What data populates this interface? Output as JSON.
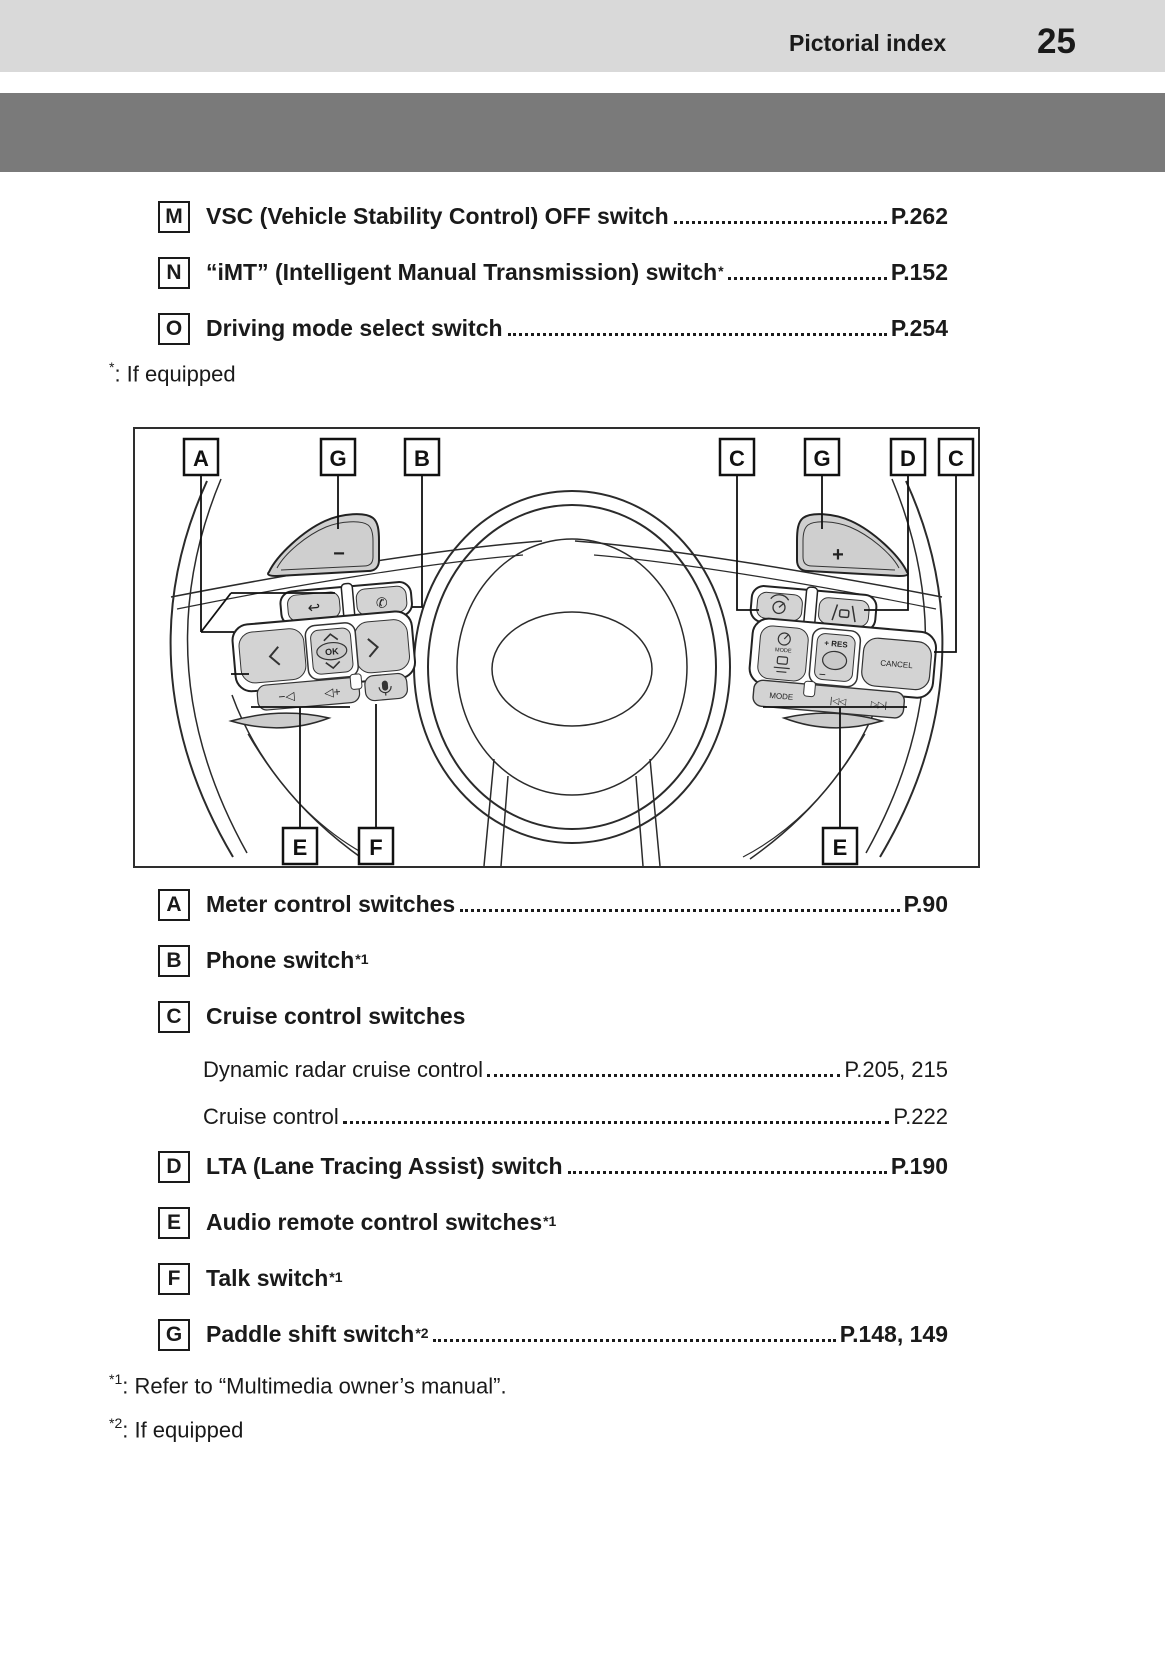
{
  "header": {
    "title": "Pictorial index",
    "page_number": "25"
  },
  "top_list": [
    {
      "key": "M",
      "label": "VSC (Vehicle Stability Control) OFF switch",
      "sup": "",
      "page": "P.262"
    },
    {
      "key": "N",
      "label": "“iMT” (Intelligent Manual Transmission) switch",
      "sup": "*",
      "page": "P.152"
    },
    {
      "key": "O",
      "label": "Driving mode select switch",
      "sup": "",
      "page": "P.254"
    }
  ],
  "top_footnote": {
    "marker": "*",
    "text": ": If equipped"
  },
  "diagram": {
    "top_callouts": [
      "A",
      "G",
      "B",
      "C",
      "G",
      "D",
      "C"
    ],
    "bottom_callouts": [
      "E",
      "F",
      "E"
    ],
    "labels": {
      "paddle_minus": "−",
      "paddle_plus": "+",
      "ok": "OK",
      "vol_down": "−◁",
      "vol_up": "◁+",
      "mode_small": "MODE",
      "res": "+ RES",
      "res_minus": "−",
      "cancel": "CANCEL",
      "media_mode": "MODE",
      "prev_track": "|◁◁",
      "next_track": "▷▷|"
    },
    "icons": [
      "back-icon",
      "phone-icon",
      "ok-pad-icon",
      "volume-down-icon",
      "volume-up-icon",
      "talk-mic-icon",
      "cruise-speed-icon",
      "lta-lane-icon",
      "vehicle-distance-icon",
      "prev-track-icon",
      "next-track-icon"
    ]
  },
  "bottom_list": [
    {
      "key": "A",
      "label": "Meter control switches",
      "sup": "",
      "page": "P.90",
      "subs": []
    },
    {
      "key": "B",
      "label": "Phone switch",
      "sup": "*1",
      "page": "",
      "subs": []
    },
    {
      "key": "C",
      "label": "Cruise control switches",
      "sup": "",
      "page": "",
      "subs": [
        {
          "label": "Dynamic radar cruise control ",
          "page": "P.205, 215"
        },
        {
          "label": "Cruise control",
          "page": "P.222"
        }
      ]
    },
    {
      "key": "D",
      "label": "LTA (Lane Tracing Assist) switch ",
      "sup": "",
      "page": "P.190",
      "subs": []
    },
    {
      "key": "E",
      "label": "Audio remote control switches",
      "sup": "*1",
      "page": "",
      "subs": []
    },
    {
      "key": "F",
      "label": "Talk switch",
      "sup": "*1",
      "page": "",
      "subs": []
    },
    {
      "key": "G",
      "label": "Paddle shift switch",
      "sup": "*2",
      "page": "P.148, 149",
      "subs": []
    }
  ],
  "footnotes": [
    {
      "marker": "*1",
      "text": ": Refer to “Multimedia owner’s manual”."
    },
    {
      "marker": "*2",
      "text": ": If equipped"
    }
  ],
  "colors": {
    "band_light": "#d9d9d9",
    "band_dark": "#7a7a7a",
    "ink": "#1a1a1a",
    "button_fill": "#d3d3d3"
  }
}
